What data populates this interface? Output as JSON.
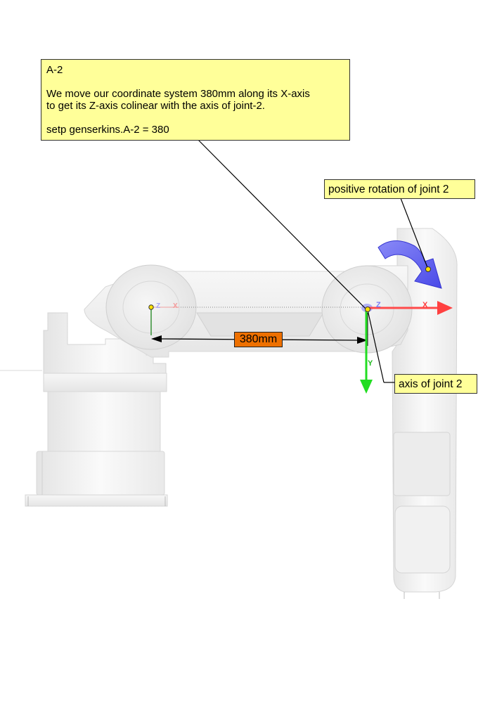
{
  "note": {
    "title": "A-2",
    "line1": "We move our coordinate system 380mm along its X-axis",
    "line2": "to get its Z-axis colinear with the axis of joint-2.",
    "command": "setp genserkins.A-2 = 380"
  },
  "labels": {
    "rotation": "positive rotation of joint 2",
    "axis": "axis of joint 2",
    "dimension": "380mm"
  },
  "axis_letters": {
    "x": "X",
    "y": "Y",
    "z": "Z"
  },
  "colors": {
    "callout_fill": "#ffff99",
    "dimension_fill": "#ee7000",
    "x_axis": "#ff3b3b",
    "y_axis": "#22dd22",
    "z_axis": "#6a6aff",
    "rotation_arrow": "#6f6ff2"
  }
}
